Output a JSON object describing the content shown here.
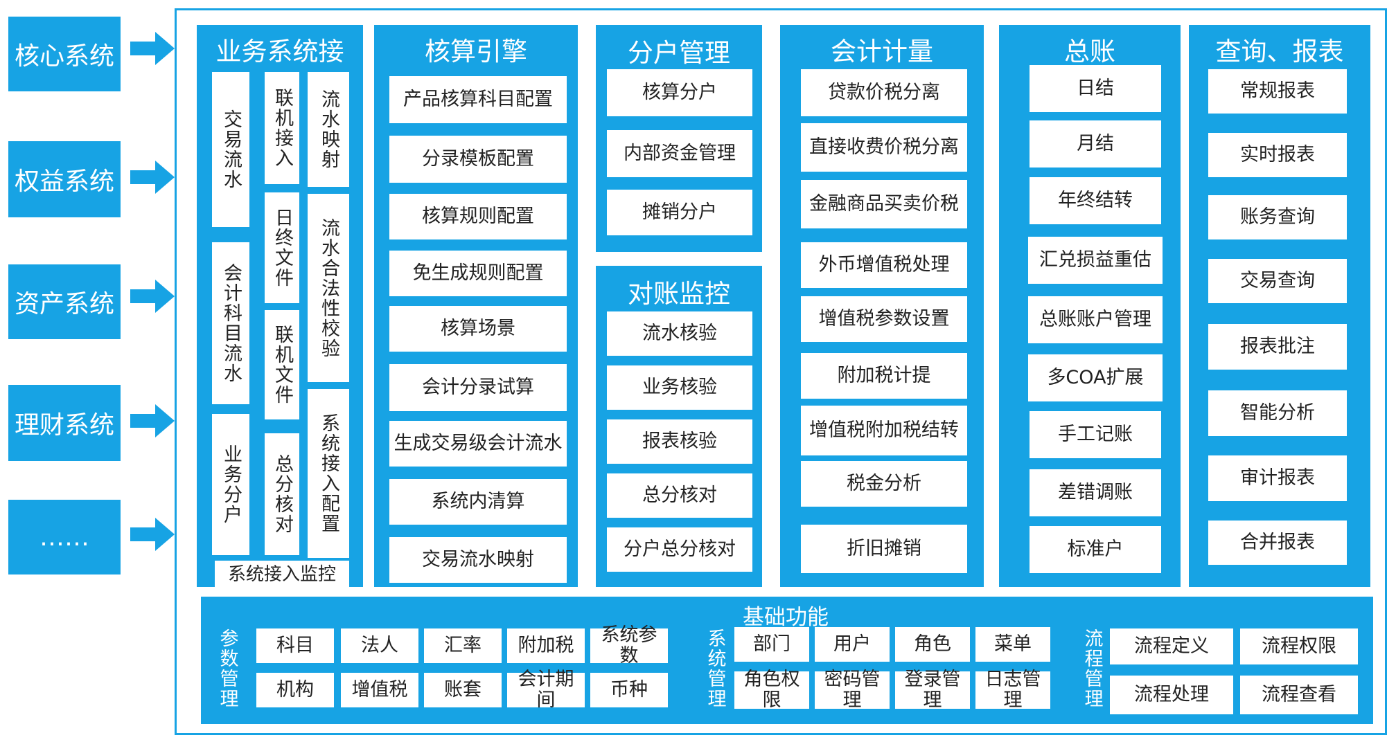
{
  "colors": {
    "accent": "#17a3e4",
    "item_bg": "#ffffff",
    "item_text": "#222222"
  },
  "systems": [
    "核心系统",
    "权益系统",
    "资产系统",
    "理财系统",
    "……"
  ],
  "business_access": {
    "title": "业务系统接",
    "col1": [
      "交易流水",
      "会计科目流水",
      "业务分户"
    ],
    "col2": [
      "联机接入",
      "日终文件",
      "联机文件",
      "总分核对"
    ],
    "col3": [
      "流水映射",
      "流水合法性校验",
      "系统接入配置"
    ],
    "footer": "系统接入监控"
  },
  "accounting_engine": {
    "title": "核算引擎",
    "items": [
      "产品核算科目配置",
      "分录模板配置",
      "核算规则配置",
      "免生成规则配置",
      "核算场景",
      "会计分录试算",
      "生成交易级会计流水",
      "系统内清算",
      "交易流水映射"
    ]
  },
  "sub_account": {
    "title": "分户管理",
    "items": [
      "核算分户",
      "内部资金管理",
      "摊销分户"
    ]
  },
  "reconciliation": {
    "title": "对账监控",
    "items": [
      "流水核验",
      "业务核验",
      "报表核验",
      "总分核对",
      "分户总分核对"
    ]
  },
  "measurement": {
    "title": "会计计量",
    "items": [
      "贷款价税分离",
      "直接收费价税分离",
      "金融商品买卖价税",
      "外币增值税处理",
      "增值税参数设置",
      "附加税计提",
      "增值税附加税结转",
      "税金分析",
      "折旧摊销"
    ]
  },
  "general_ledger": {
    "title": "总账",
    "items": [
      "日结",
      "月结",
      "年终结转",
      "汇兑损益重估",
      "总账账户管理",
      "多COA扩展",
      "手工记账",
      "差错调账",
      "标准户"
    ]
  },
  "reports": {
    "title": "查询、报表",
    "items": [
      "常规报表",
      "实时报表",
      "账务查询",
      "交易查询",
      "报表批注",
      "智能分析",
      "审计报表",
      "合并报表"
    ]
  },
  "base": {
    "title": "基础功能",
    "param": {
      "label": "参数管理",
      "row1": [
        "科目",
        "法人",
        "汇率",
        "附加税",
        "系统参数"
      ],
      "row2": [
        "机构",
        "增值税",
        "账套",
        "会计期间",
        "币种"
      ]
    },
    "sys": {
      "label": "系统管理",
      "row1": [
        "部门",
        "用户",
        "角色",
        "菜单"
      ],
      "row2": [
        "角色权限",
        "密码管理",
        "登录管理",
        "日志管理"
      ]
    },
    "flow": {
      "label": "流程管理",
      "row1": [
        "流程定义",
        "流程权限"
      ],
      "row2": [
        "流程处理",
        "流程查看"
      ]
    }
  }
}
